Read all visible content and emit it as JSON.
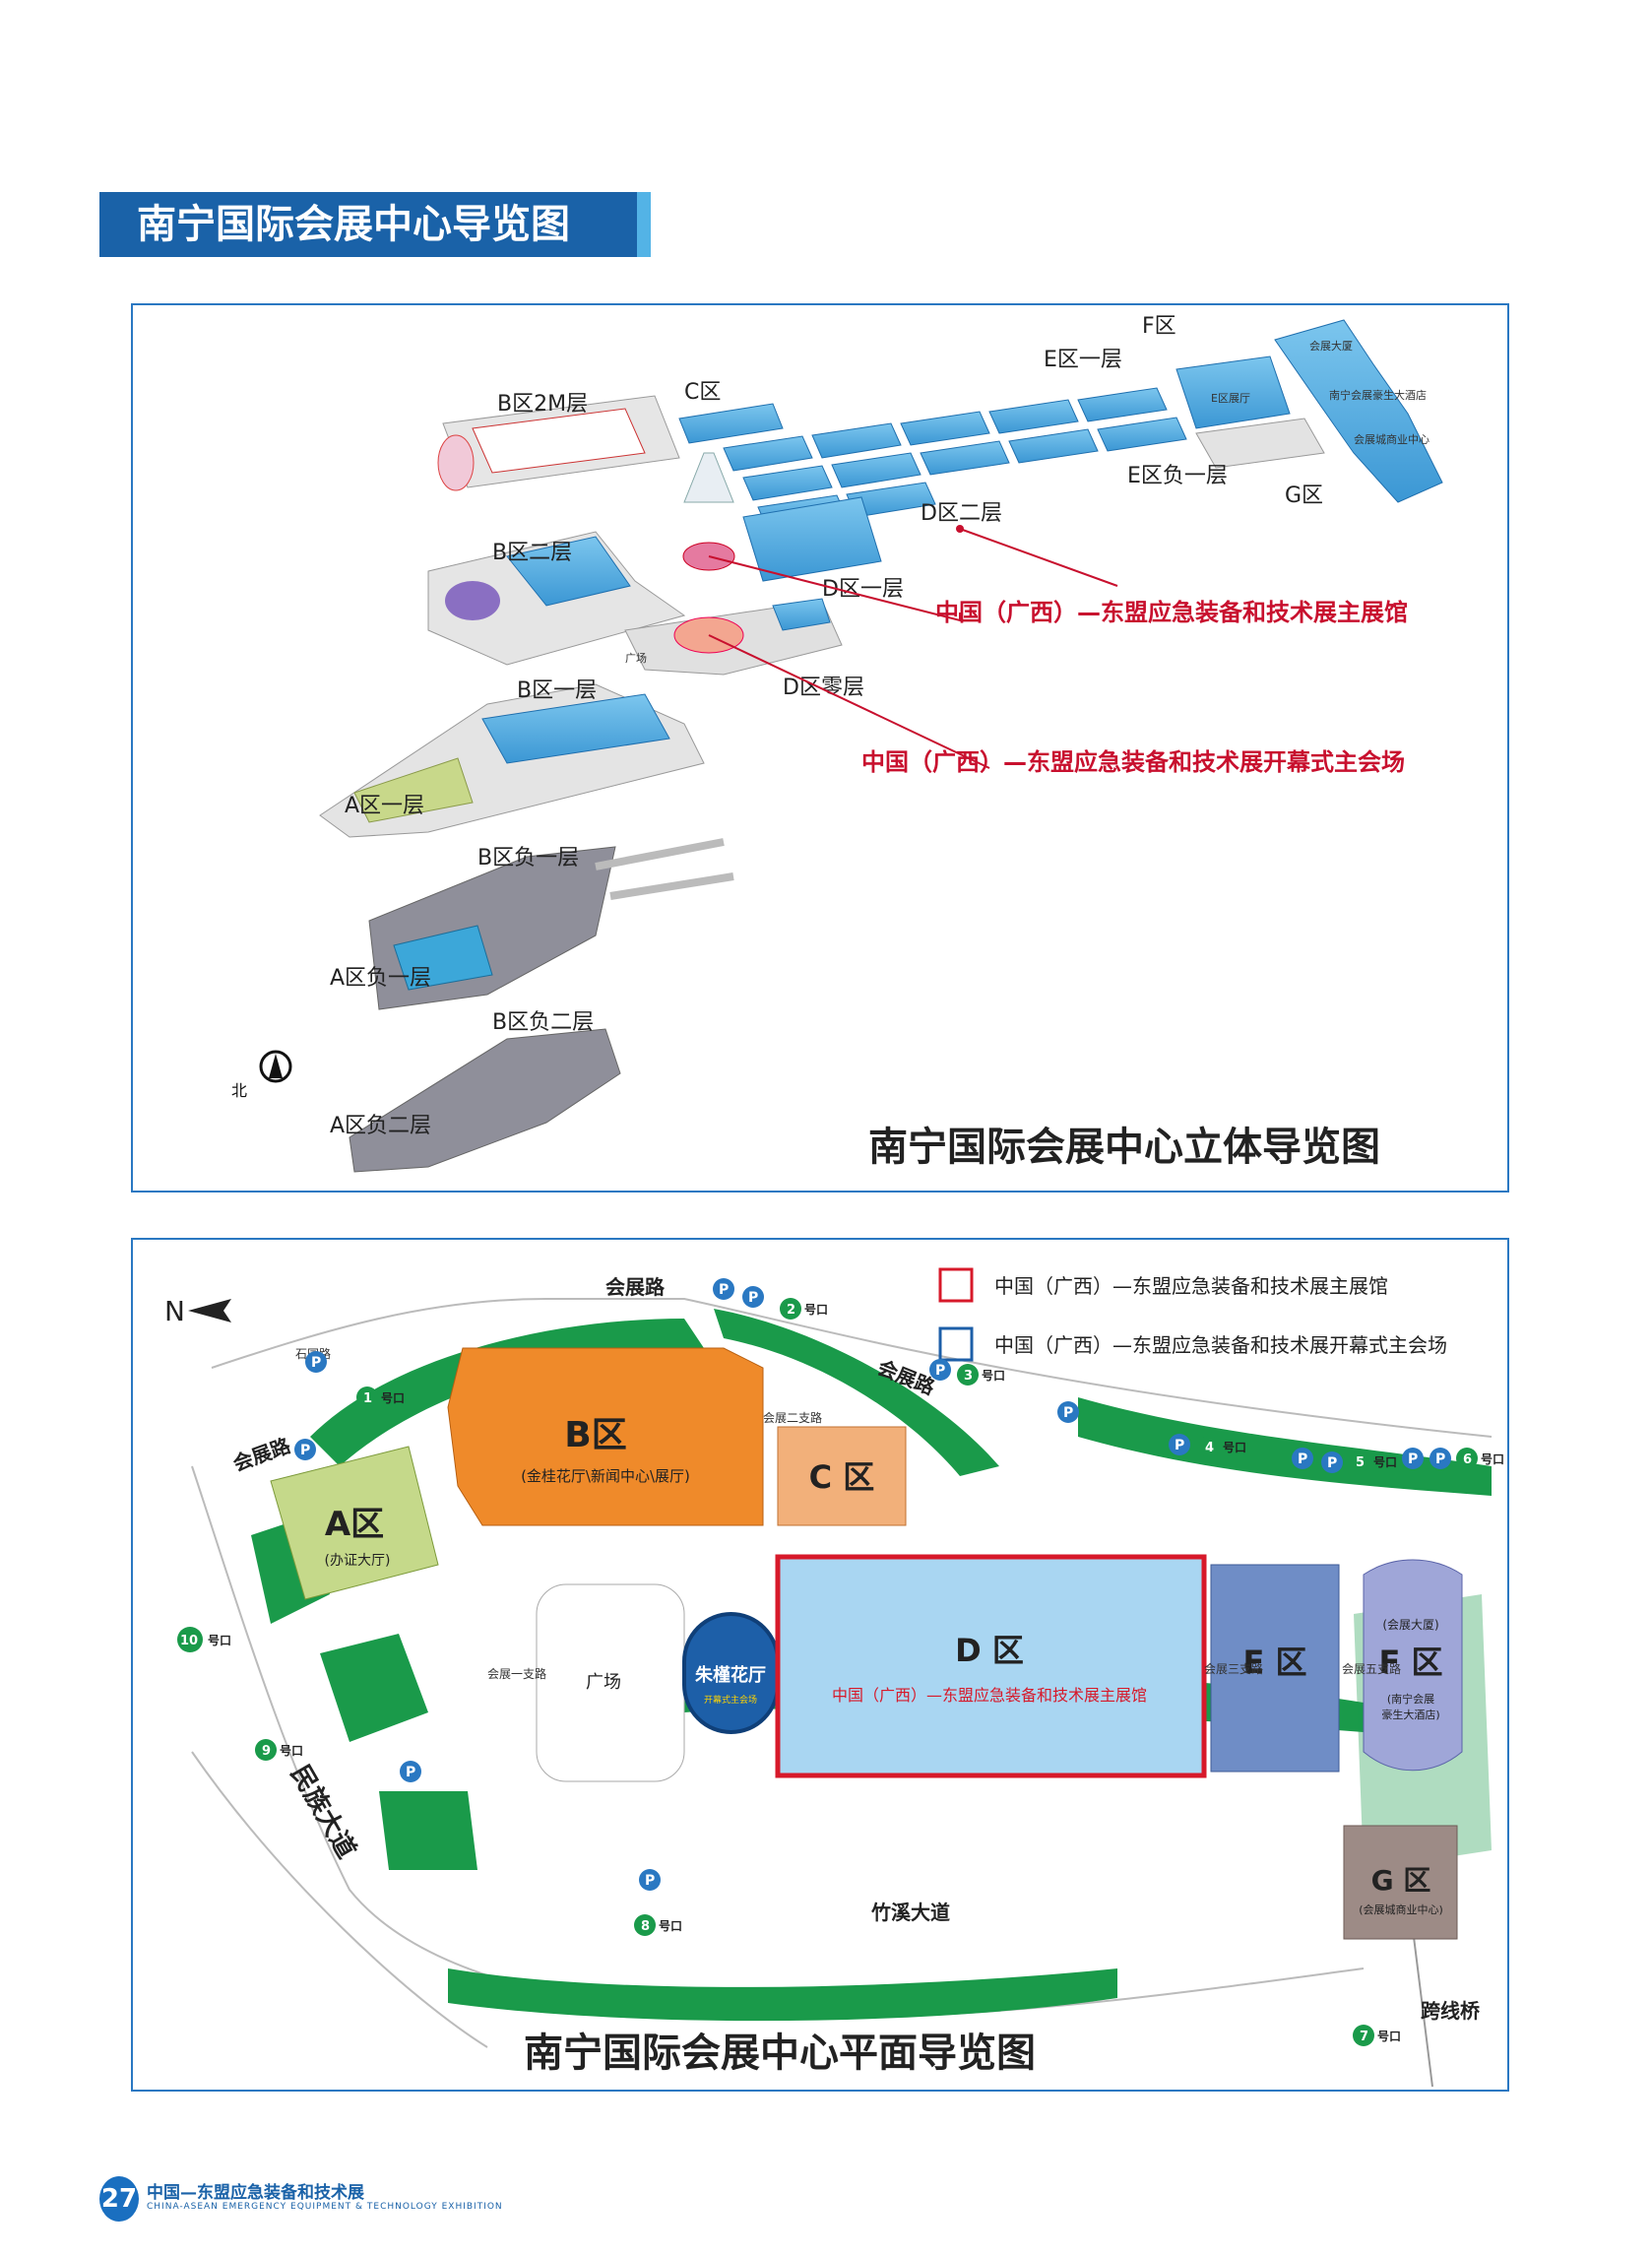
{
  "page_title": "南宁国际会展中心导览图",
  "map3d": {
    "caption": "南宁国际会展中心立体导览图",
    "callout_main_hall": "中国（广西）—东盟应急装备和技术展主展馆",
    "callout_opening": "中国（广西）—东盟应急装备和技术展开幕式主会场",
    "compass_label": "北",
    "layers": {
      "b2m": "B区2M层",
      "c": "C区",
      "e1": "E区一层",
      "f": "F区",
      "g": "G区",
      "eneg1": "E区负一层",
      "d2": "D区二层",
      "b2": "B区二层",
      "d1": "D区一层",
      "d0": "D区零层",
      "b1": "B区一层",
      "a1": "A区一层",
      "bneg1": "B区负一层",
      "aneg1": "A区负一层",
      "bneg2": "B区负二层",
      "aneg2": "A区负二层"
    },
    "small_labels": {
      "plaza": "广场",
      "f_building": "会展大厦",
      "f_hotel": "南宁会展豪生大酒店",
      "g_mall": "会展城商业中心",
      "e_hall": "E区展厅"
    }
  },
  "map2d": {
    "caption": "南宁国际会展中心平面导览图",
    "north": "N",
    "legend": [
      {
        "label": "中国（广西）—东盟应急装备和技术展主展馆",
        "color": "#d7192a"
      },
      {
        "label": "中国（广西）—东盟应急装备和技术展开幕式主会场",
        "color": "#1d5fa8"
      }
    ],
    "zones": {
      "a_name": "A区",
      "a_sub": "(办证大厅)",
      "b_name": "B区",
      "b_sub": "(金桂花厅\\新闻中心\\展厅)",
      "c_name": "C 区",
      "d_name": "D 区",
      "d_sub": "中国（广西）—东盟应急装备和技术展主展馆",
      "e_name": "E 区",
      "f_name": "F 区",
      "f_sub1": "(会展大厦)",
      "f_sub2": "(南宁会展",
      "f_sub3": "豪生大酒店)",
      "g_name": "G 区",
      "g_sub": "(会展城商业中心)",
      "hall_name": "朱槿花厅",
      "hall_sub": "开幕式主会场",
      "plaza": "广场"
    },
    "roads": {
      "huizhan_lu_top": "会展路",
      "huizhan_lu_mid": "会展路",
      "huizhan_lu_left": "会展路",
      "minzu": "民族大道",
      "zhuxi": "竹溪大道",
      "bridge": "跨线桥",
      "branch1": "会展一支路",
      "branch2": "会展二支路",
      "branch3": "会展三支路",
      "branch5": "会展五支路",
      "shiyuan": "石园路"
    },
    "gates": [
      {
        "num": "1",
        "label": "号口"
      },
      {
        "num": "2",
        "label": "号口"
      },
      {
        "num": "3",
        "label": "号口"
      },
      {
        "num": "4",
        "label": "号口"
      },
      {
        "num": "5",
        "label": "号口"
      },
      {
        "num": "6",
        "label": "号口"
      },
      {
        "num": "7",
        "label": "号口"
      },
      {
        "num": "8",
        "label": "号口"
      },
      {
        "num": "9",
        "label": "号口"
      },
      {
        "num": "10",
        "label": "号口"
      }
    ],
    "parking": "P"
  },
  "footer": {
    "page_number": "27",
    "title_cn": "中国—东盟应急装备和技术展",
    "title_en": "CHINA-ASEAN EMERGENCY EQUIPMENT & TECHNOLOGY EXHIBITION"
  },
  "colors": {
    "brand_blue": "#1a62a8",
    "callout_red": "#d7192a",
    "zone_b": "#ef8a2a",
    "zone_a": "#c5d98a",
    "zone_c": "#f2b07a",
    "zone_d": "#a9d6f2",
    "zone_e": "#6f8dc6",
    "zone_f": "#9fa6d8",
    "zone_g": "#9d8b86",
    "green": "#1a9a4a"
  }
}
